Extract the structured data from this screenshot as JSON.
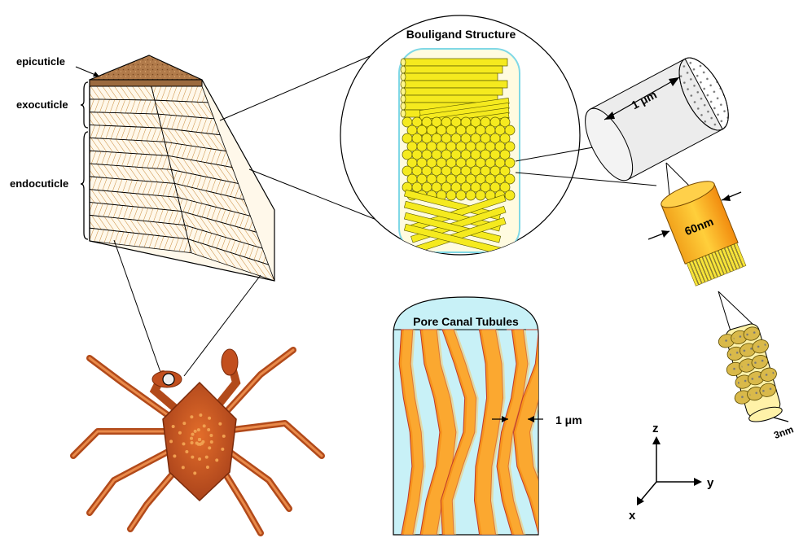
{
  "labels": {
    "epicuticle": "epicuticle",
    "exocuticle": "exocuticle",
    "endocuticle": "endocuticle",
    "bouligand": "Bouligand Structure",
    "pore_canal": "Pore Canal Tubules",
    "fiber_diameter": "1 μm",
    "fibril_diameter": "60nm",
    "tubule_spacing": "1 μm",
    "nanofibril": "3nm",
    "axis_z": "z",
    "axis_y": "y",
    "axis_x": "x"
  },
  "colors": {
    "cuticle_top": "#b07a4a",
    "lamella_fill": "#fff7e6",
    "rod_yellow": "#f5ea1e",
    "rod_outline": "#5a5a00",
    "fibril_orange": "#f5a623",
    "tubule_orange": "#f7941d",
    "canal_bg": "#c8f1f7",
    "crab_orange": "#c8561e"
  }
}
